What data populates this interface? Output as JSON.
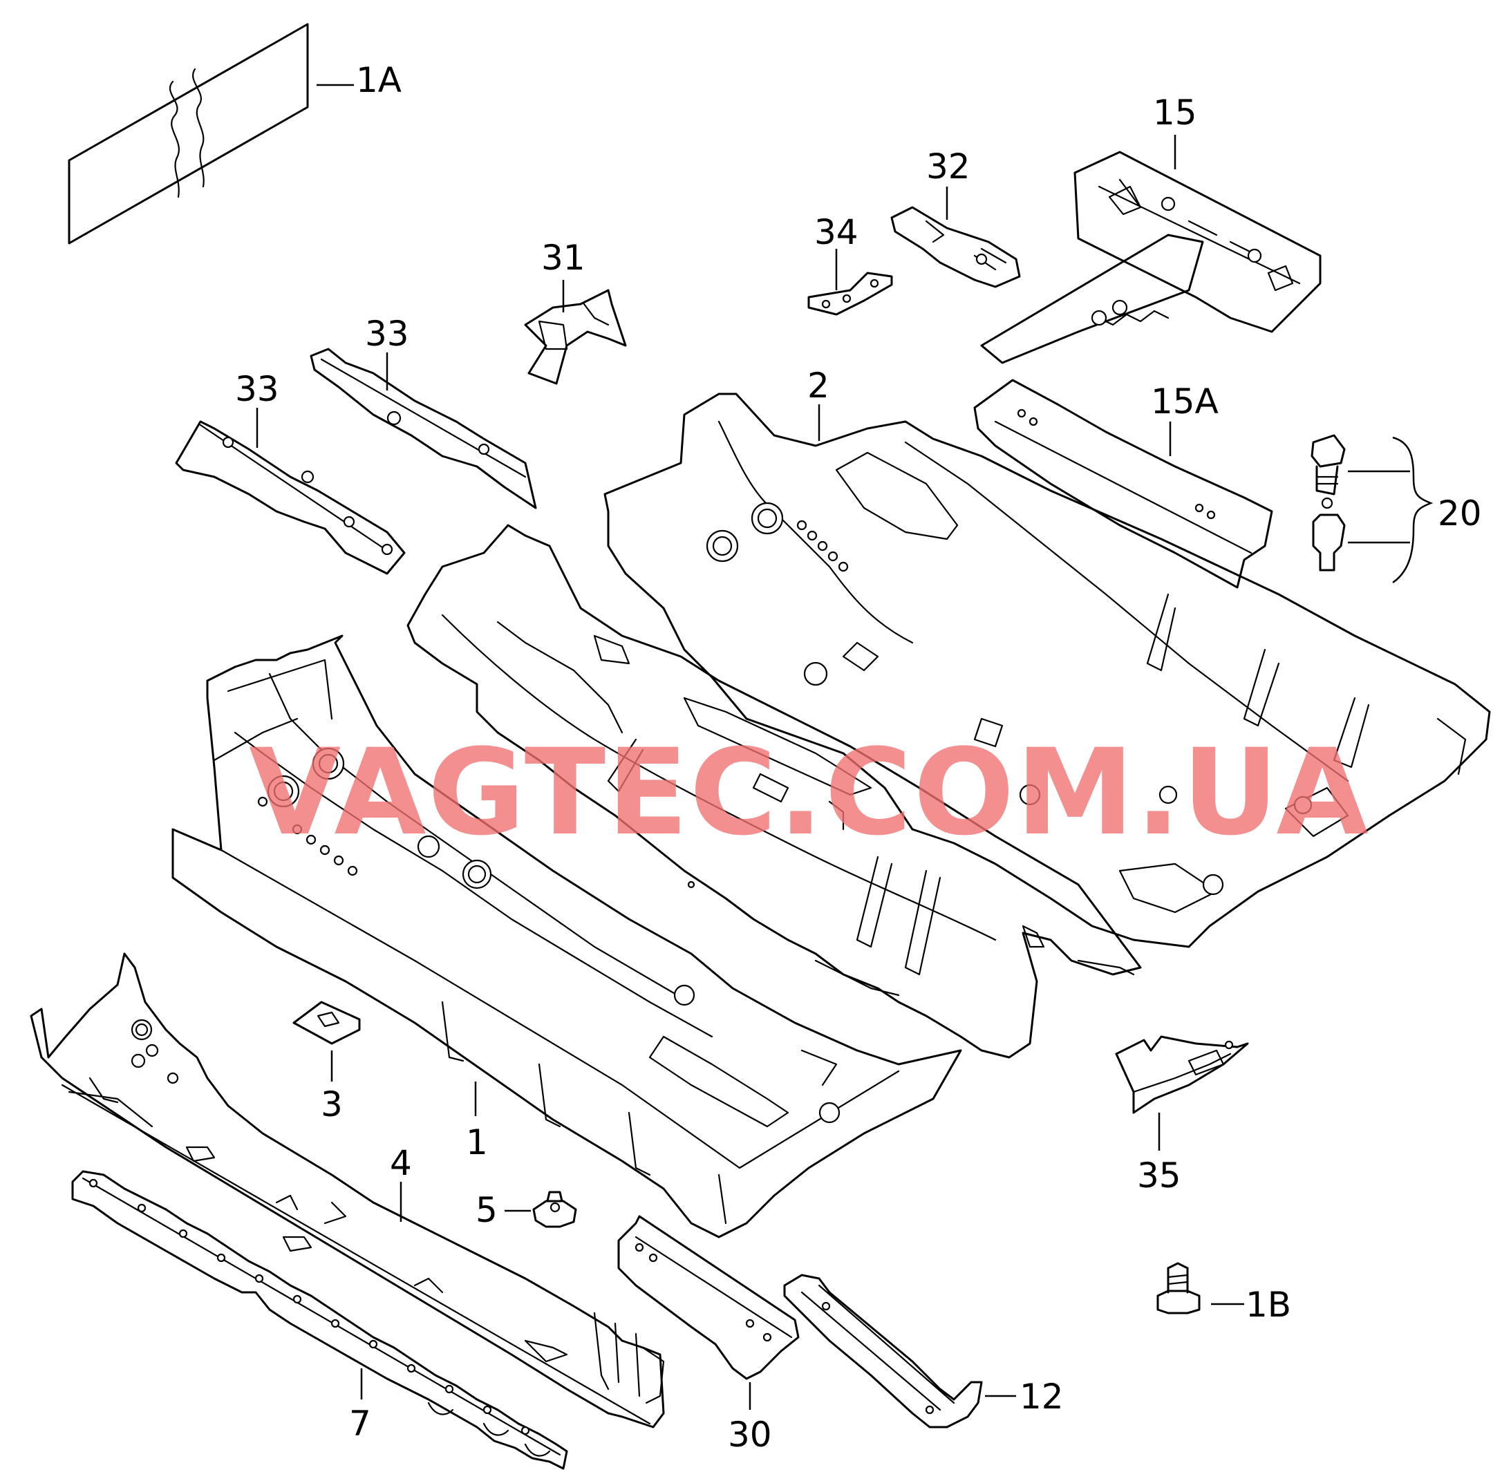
{
  "watermark": "VAGTEC.COM.UA",
  "callouts": {
    "p1A": "1A",
    "p15": "15",
    "p32": "32",
    "p34": "34",
    "p31": "31",
    "p33a": "33",
    "p33b": "33",
    "p2": "2",
    "p15A": "15A",
    "p20": "20",
    "p3": "3",
    "p1": "1",
    "p4": "4",
    "p5": "5",
    "p35": "35",
    "p1B": "1B",
    "p7": "7",
    "p30": "30",
    "p12": "12"
  },
  "colors": {
    "line": "#000000",
    "watermark": "#f07070",
    "background": "#ffffff"
  }
}
